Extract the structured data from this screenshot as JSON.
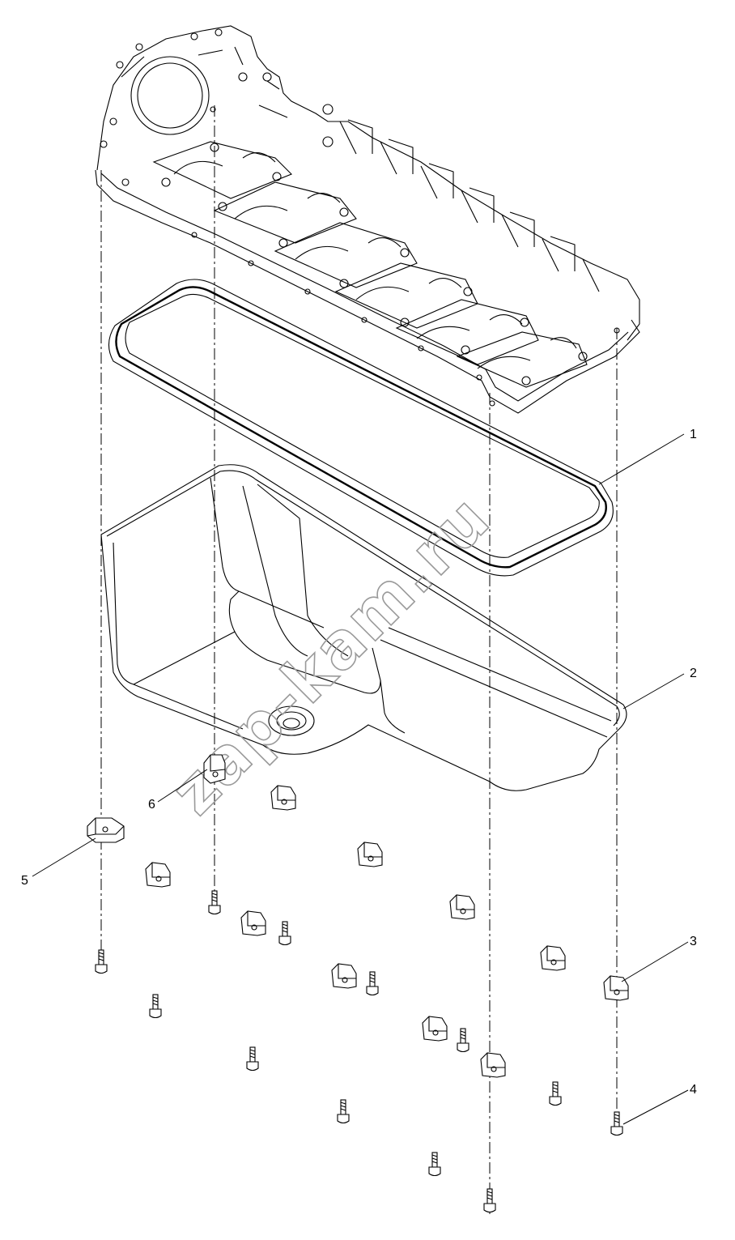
{
  "watermark": "zap-kam.ru",
  "callouts": [
    {
      "id": "1",
      "label": "1",
      "part": "oil-pan-gasket"
    },
    {
      "id": "2",
      "label": "2",
      "part": "oil-pan"
    },
    {
      "id": "3",
      "label": "3",
      "part": "clamp-plate"
    },
    {
      "id": "4",
      "label": "4",
      "part": "bolt"
    },
    {
      "id": "5",
      "label": "5",
      "part": "clamp-plate"
    },
    {
      "id": "6",
      "label": "6",
      "part": "clamp-plate"
    }
  ]
}
